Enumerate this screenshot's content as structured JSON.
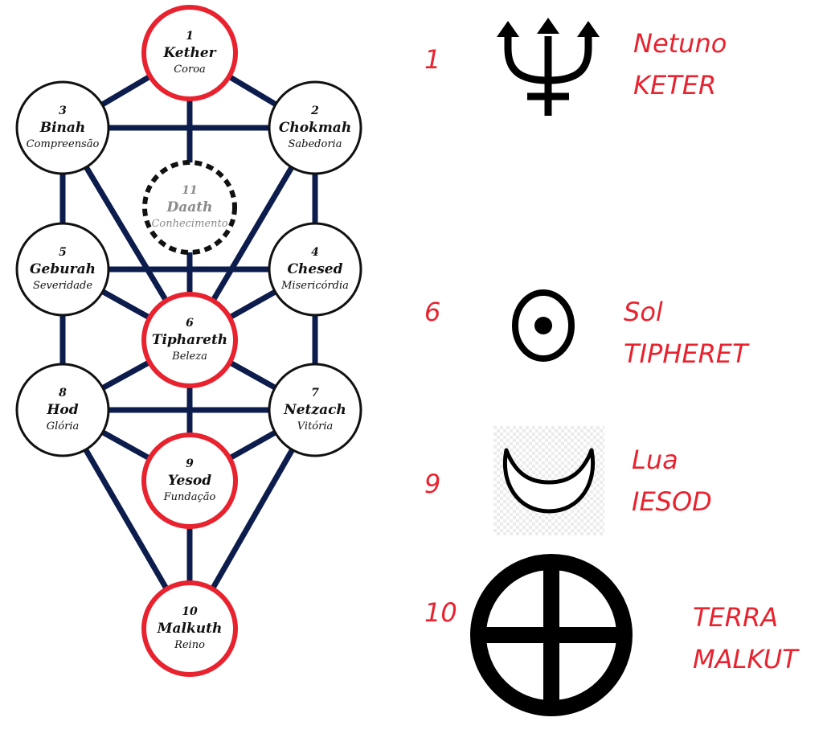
{
  "colors": {
    "path": "#0c1c4c",
    "node_fill": "#ffffff",
    "node_border": "#111111",
    "highlight_border": "#e8222e",
    "label": "#e8222e",
    "daath_text": "#8a8a8a"
  },
  "sephiroth": [
    {
      "id": "kether",
      "number": "1",
      "name": "Kether",
      "meaning": "Coroa",
      "highlight": true
    },
    {
      "id": "chokmah",
      "number": "2",
      "name": "Chokmah",
      "meaning": "Sabedoria",
      "highlight": false
    },
    {
      "id": "binah",
      "number": "3",
      "name": "Binah",
      "meaning": "Compreensão",
      "highlight": false
    },
    {
      "id": "chesed",
      "number": "4",
      "name": "Chesed",
      "meaning": "Misericórdia",
      "highlight": false
    },
    {
      "id": "geburah",
      "number": "5",
      "name": "Geburah",
      "meaning": "Severidade",
      "highlight": false
    },
    {
      "id": "tiphareth",
      "number": "6",
      "name": "Tiphareth",
      "meaning": "Beleza",
      "highlight": true
    },
    {
      "id": "netzach",
      "number": "7",
      "name": "Netzach",
      "meaning": "Vitória",
      "highlight": false
    },
    {
      "id": "hod",
      "number": "8",
      "name": "Hod",
      "meaning": "Glória",
      "highlight": false
    },
    {
      "id": "yesod",
      "number": "9",
      "name": "Yesod",
      "meaning": "Fundação",
      "highlight": true
    },
    {
      "id": "malkuth",
      "number": "10",
      "name": "Malkuth",
      "meaning": "Reino",
      "highlight": true
    },
    {
      "id": "daath",
      "number": "11",
      "name": "Daath",
      "meaning": "Conhecimento",
      "highlight": false,
      "hidden": true
    }
  ],
  "paths": [
    [
      "kether",
      "chokmah"
    ],
    [
      "kether",
      "binah"
    ],
    [
      "kether",
      "daath"
    ],
    [
      "chokmah",
      "binah"
    ],
    [
      "binah",
      "geburah"
    ],
    [
      "binah",
      "tiphareth"
    ],
    [
      "chokmah",
      "chesed"
    ],
    [
      "chokmah",
      "tiphareth"
    ],
    [
      "daath",
      "tiphareth"
    ],
    [
      "geburah",
      "chesed"
    ],
    [
      "geburah",
      "tiphareth"
    ],
    [
      "chesed",
      "tiphareth"
    ],
    [
      "geburah",
      "hod"
    ],
    [
      "chesed",
      "netzach"
    ],
    [
      "tiphareth",
      "hod"
    ],
    [
      "tiphareth",
      "netzach"
    ],
    [
      "tiphareth",
      "yesod"
    ],
    [
      "hod",
      "netzach"
    ],
    [
      "hod",
      "yesod"
    ],
    [
      "netzach",
      "yesod"
    ],
    [
      "hod",
      "malkuth"
    ],
    [
      "netzach",
      "malkuth"
    ],
    [
      "yesod",
      "malkuth"
    ]
  ],
  "correspondences": [
    {
      "number": "1",
      "planet": "Netuno",
      "sephira": "KETER",
      "icon": "neptune-trident-icon"
    },
    {
      "number": "6",
      "planet": "Sol",
      "sephira": "TIPHERET",
      "icon": "sun-circled-dot-icon"
    },
    {
      "number": "9",
      "planet": "Lua",
      "sephira": "IESOD",
      "icon": "crescent-moon-icon"
    },
    {
      "number": "10",
      "planet": "TERRA",
      "sephira": "MALKUT",
      "icon": "earth-cross-circle-icon"
    }
  ]
}
